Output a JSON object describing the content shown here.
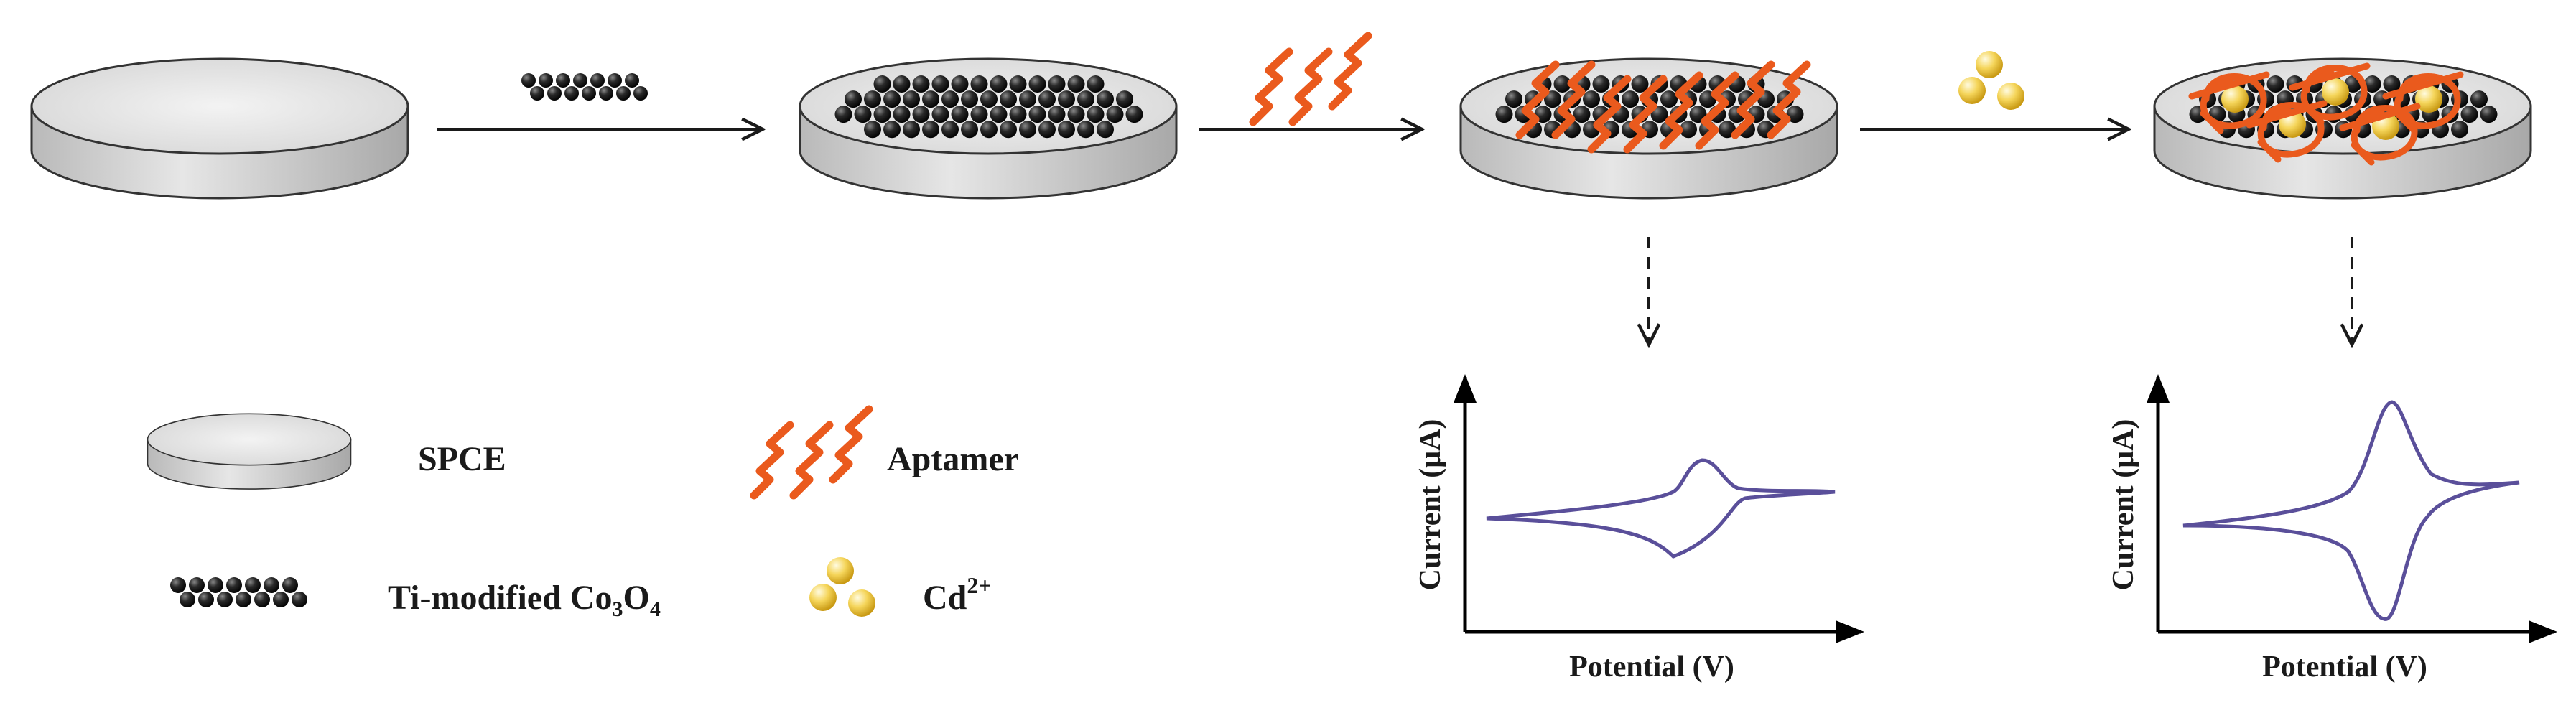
{
  "legend": {
    "spce": "SPCE",
    "aptamer": "Aptamer",
    "nano_prefix": "Ti-modified Co",
    "nano_sub1": "3",
    "nano_mid": "O",
    "nano_sub2": "4",
    "ion_base": "Cd",
    "ion_sup": "2+"
  },
  "plots": [
    {
      "ylabel": "Current (μA)",
      "xlabel": "Potential (V)"
    },
    {
      "ylabel": "Current (μA)",
      "xlabel": "Potential (V)"
    }
  ],
  "colors": {
    "aptamer": "#ea5a1d",
    "cv_curve": "#5a4f9a",
    "nanoparticle": "#1c1c1c",
    "ion": "#f2cd4a",
    "electrode": "#e3e3e3"
  }
}
